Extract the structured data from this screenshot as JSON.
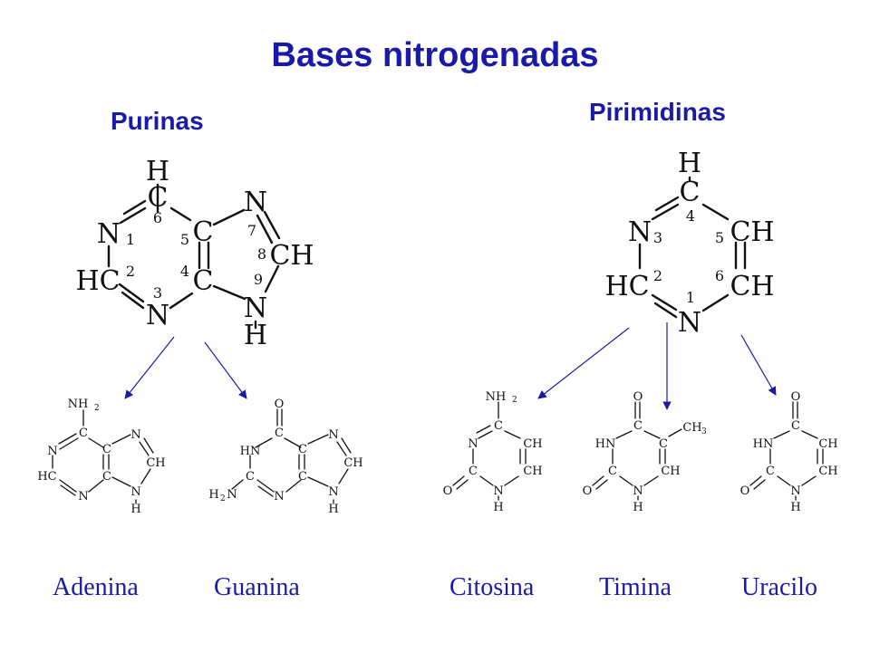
{
  "title": "Bases nitrogenadas",
  "colors": {
    "title": "#1a1aa8",
    "arrows": "#1a1aa8",
    "text": "#111111"
  },
  "groups": {
    "purines": "Purinas",
    "pyrimidines": "Pirimidinas"
  },
  "purine_ring": {
    "atoms": {
      "h_top": "H",
      "c6": "C",
      "n1": "N",
      "c5": "C",
      "c4": "C",
      "hc2": "HC",
      "n3": "N",
      "n7": "N",
      "ch8": "CH",
      "n9": "N",
      "h9": "H"
    },
    "numbers": [
      "1",
      "2",
      "3",
      "4",
      "5",
      "6",
      "7",
      "8",
      "9"
    ]
  },
  "pyrimidine_ring": {
    "atoms": {
      "h_top": "H",
      "c4": "C",
      "n3": "N",
      "ch5": "CH",
      "hc2": "HC",
      "ch6": "CH",
      "n1": "N"
    },
    "numbers": [
      "1",
      "2",
      "3",
      "4",
      "5",
      "6"
    ]
  },
  "bases": {
    "adenina": {
      "name": "Adenina",
      "atoms": [
        "NH",
        "2",
        "C",
        "N",
        "C",
        "HC",
        "C",
        "N",
        "N",
        "CH",
        "N",
        "H"
      ]
    },
    "guanina": {
      "name": "Guanina",
      "atoms": [
        "O",
        "C",
        "HN",
        "C",
        "C",
        "C",
        "N",
        "N",
        "CH",
        "N",
        "H",
        "H",
        "2",
        "N"
      ]
    },
    "citosina": {
      "name": "Citosina",
      "atoms": [
        "NH",
        "2",
        "C",
        "N",
        "CH",
        "C",
        "CH",
        "O",
        "N",
        "H"
      ]
    },
    "timina": {
      "name": "Timina",
      "atoms": [
        "O",
        "C",
        "HN",
        "C",
        "CH",
        "3",
        "C",
        "CH",
        "O",
        "N",
        "H"
      ]
    },
    "uracilo": {
      "name": "Uracilo",
      "atoms": [
        "O",
        "C",
        "HN",
        "CH",
        "C",
        "CH",
        "O",
        "N",
        "H"
      ]
    }
  }
}
